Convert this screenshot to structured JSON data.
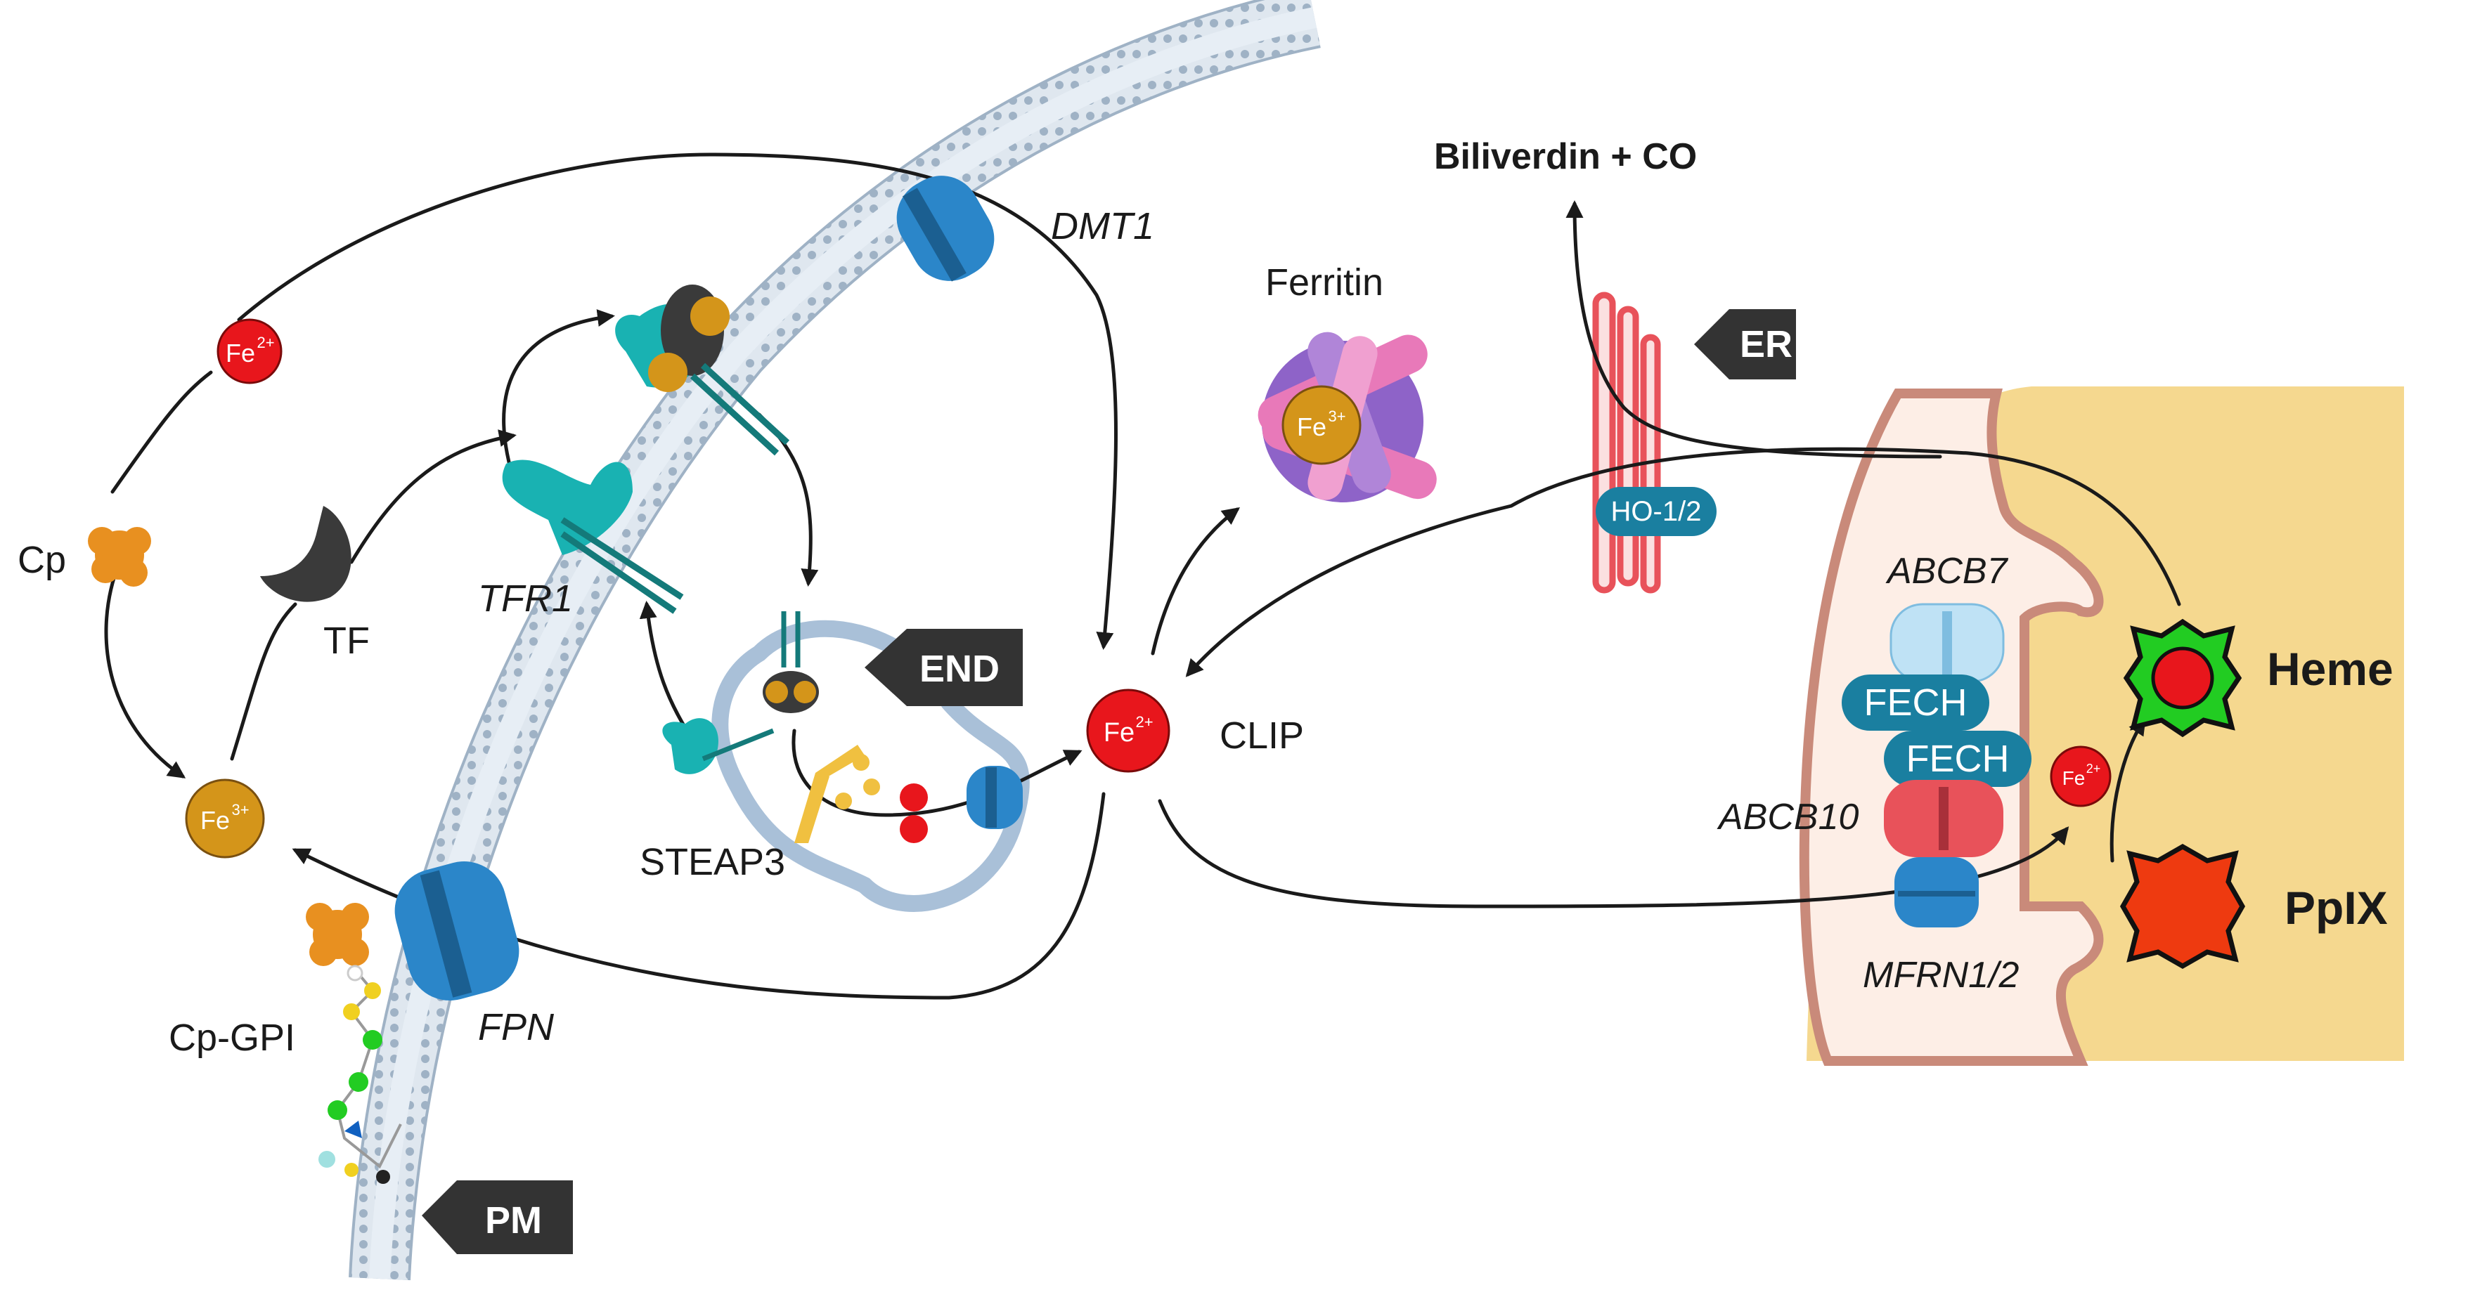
{
  "labels": {
    "dmt1": "DMT1",
    "ferritin": "Ferritin",
    "biliverdin": "Biliverdin + CO",
    "er": "ER",
    "ho": "HO-1/2",
    "cp": "Cp",
    "tf": "TF",
    "tfr1": "TFR1",
    "steap3": "STEAP3",
    "end": "END",
    "clip": "CLIP",
    "cp_gpi": "Cp-GPI",
    "fpn": "FPN",
    "pm": "PM",
    "abcb7": "ABCB7",
    "fech1": "FECH",
    "fech2": "FECH",
    "abcb10": "ABCB10",
    "mfrn": "MFRN1/2",
    "heme": "Heme",
    "ppix": "PpIX"
  },
  "ions": {
    "fe2_base": "Fe",
    "fe2_sup": "2+",
    "fe3_base": "Fe",
    "fe3_sup": "3+"
  },
  "colors": {
    "fe2": "#e8161c",
    "fe3": "#d4951a",
    "transporter": "#2b86c9",
    "membrane": "#b9c9d9",
    "mito_outer": "#f5d88f",
    "mito_inner": "#fdeee6",
    "mito_edge": "#c98a7a",
    "er": "#e8525a",
    "tag": "#333333",
    "fech": "#1a7fa0",
    "heme_green": "#22cc22",
    "ppix": "#ee3a10"
  }
}
